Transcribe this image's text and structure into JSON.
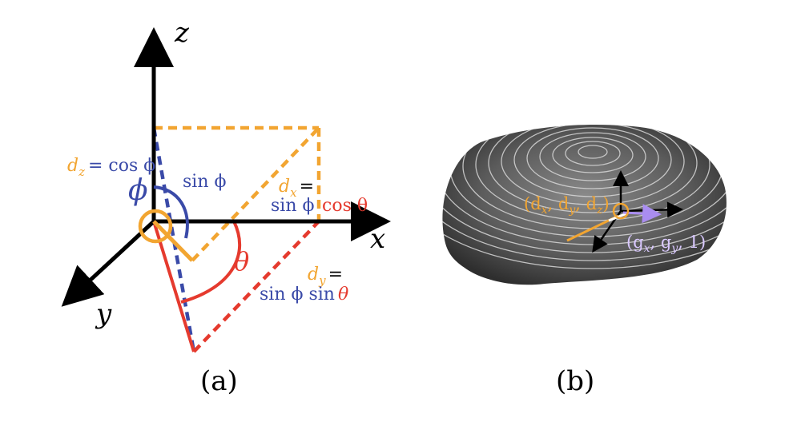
{
  "panel_a": {
    "caption": "(a)",
    "axis_x": "x",
    "axis_y": "y",
    "axis_z": "z",
    "phi": "ϕ",
    "theta": "θ",
    "dz_var": "d",
    "dz_sub": "z",
    "dz_expr": "= cos ϕ",
    "sin_phi": "sin ϕ",
    "dx_var": "d",
    "dx_sub": "x",
    "eq": "=",
    "dx_expr_a": "sin ϕ",
    "dx_expr_b": "cos θ",
    "dy_var": "d",
    "dy_sub": "y",
    "dy_expr_a": "sin ϕ sin",
    "dy_expr_b": "θ"
  },
  "panel_b": {
    "caption": "(b)",
    "d_vector": "(d",
    "d_x": "x",
    "d_sep1": ", d",
    "d_y": "y",
    "d_sep2": ", d",
    "d_z": "z",
    "d_close": ")",
    "g_vector": "(g",
    "g_x": "x",
    "g_sep": ", g",
    "g_y": "y",
    "g_close": ", 1)"
  },
  "colors": {
    "orange": "#f2a531",
    "blue": "#3a4aa8",
    "red": "#e53a2e",
    "purple": "#a98df0",
    "lavender": "#d9c8ff",
    "black": "#000000"
  }
}
